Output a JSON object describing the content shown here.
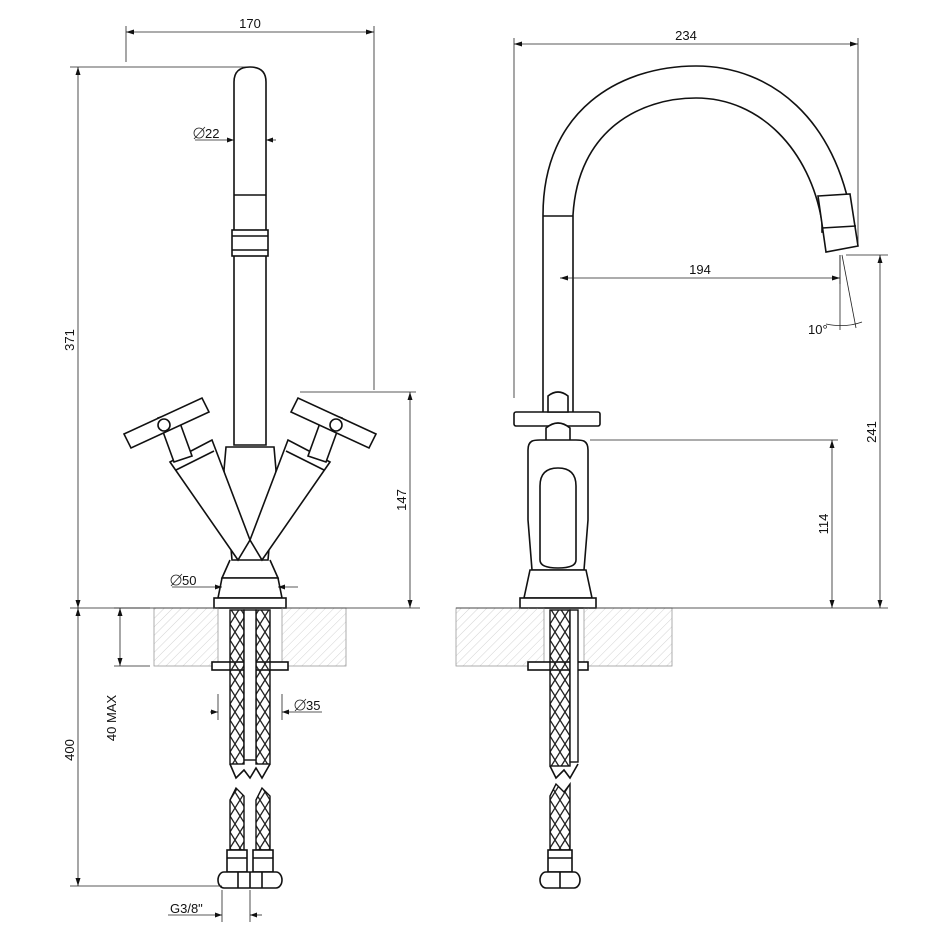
{
  "dimensions": {
    "front_width": "170",
    "front_height": "371",
    "spout_diameter": "22",
    "handle_height": "147",
    "base_diameter": "50",
    "hose_length": "400",
    "deck_thickness": "40 MAX",
    "hole_diameter": "35",
    "connection": "G3/8\"",
    "side_width": "234",
    "spout_reach": "194",
    "spout_angle": "10°",
    "side_height": "241",
    "side_handle_height": "114"
  },
  "colors": {
    "line": "#111111",
    "hatch": "#bbbbbb"
  }
}
